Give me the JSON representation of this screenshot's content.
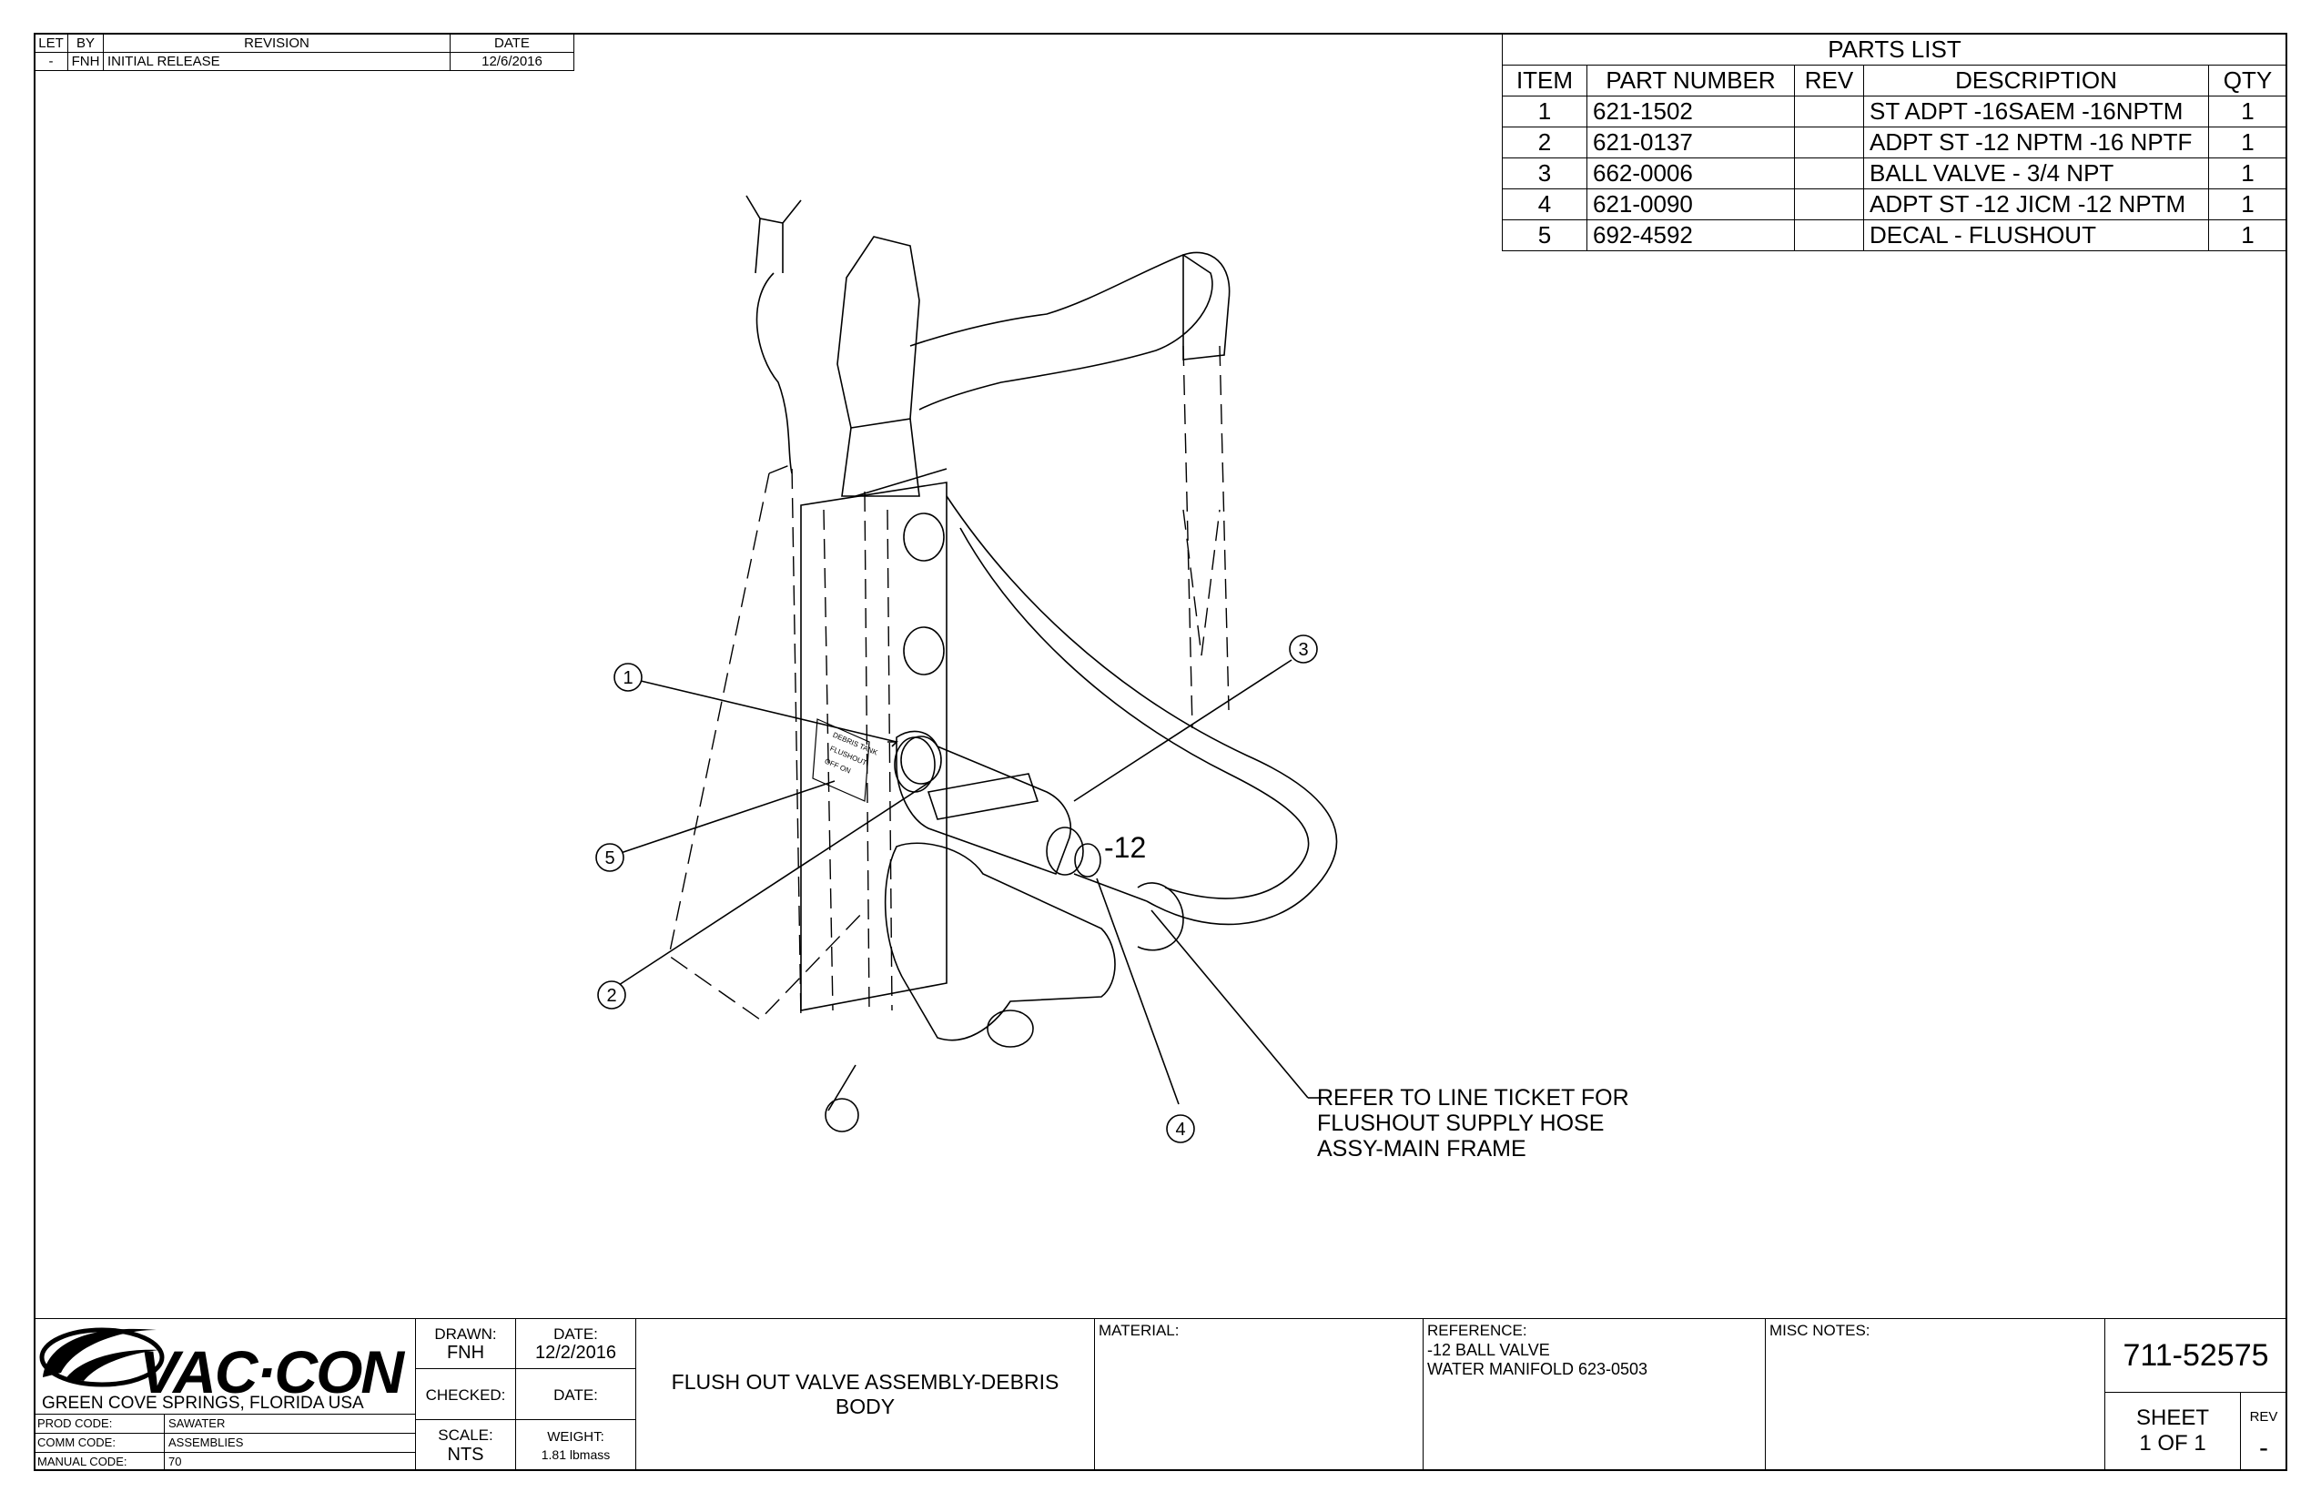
{
  "revision": {
    "headers": [
      "LET",
      "BY",
      "REVISION",
      "DATE"
    ],
    "row": [
      "-",
      "FNH",
      "INITIAL RELEASE",
      "12/6/2016"
    ]
  },
  "parts_list": {
    "title": "PARTS LIST",
    "headers": [
      "ITEM",
      "PART NUMBER",
      "REV",
      "DESCRIPTION",
      "QTY"
    ],
    "rows": [
      [
        "1",
        "621-1502",
        "",
        "ST ADPT -16SAEM -16NPTM",
        "1"
      ],
      [
        "2",
        "621-0137",
        "",
        "ADPT ST -12 NPTM -16 NPTF",
        "1"
      ],
      [
        "3",
        "662-0006",
        "",
        "BALL VALVE - 3/4 NPT",
        "1"
      ],
      [
        "4",
        "621-0090",
        "",
        "ADPT ST -12 JICM -12 NPTM",
        "1"
      ],
      [
        "5",
        "692-4592",
        "",
        "DECAL - FLUSHOUT",
        "1"
      ]
    ]
  },
  "drawing": {
    "balloons": [
      "1",
      "2",
      "3",
      "4",
      "5"
    ],
    "fitting_label": "-12",
    "note_lines": [
      "REFER TO LINE TICKET FOR",
      "FLUSHOUT SUPPLY HOSE",
      "ASSY-MAIN FRAME"
    ],
    "decal_lines": [
      "DEBRIS TANK",
      "FLUSHOUT",
      "OFF  ON"
    ]
  },
  "title_block": {
    "logo_text": "VAC·CON",
    "location": "GREEN COVE SPRINGS, FLORIDA USA",
    "prod_code_label": "PROD CODE:",
    "prod_code": "SAWATER",
    "comm_code_label": "COMM CODE:",
    "comm_code": "ASSEMBLIES",
    "manual_code_label": "MANUAL CODE:",
    "manual_code": "70",
    "drawn_label": "DRAWN:",
    "drawn": "FNH",
    "date_label": "DATE:",
    "drawn_date": "12/2/2016",
    "checked_label": "CHECKED:",
    "checked_date_label": "DATE:",
    "scale_label": "SCALE:",
    "scale": "NTS",
    "weight_label": "WEIGHT:",
    "weight": "1.81 lbmass",
    "title_line1": "FLUSH OUT VALVE ASSEMBLY-DEBRIS",
    "title_line2": "BODY",
    "material_label": "MATERIAL:",
    "reference_label": "REFERENCE:",
    "reference_line1": "-12 BALL VALVE",
    "reference_line2": "WATER MANIFOLD 623-0503",
    "misc_label": "MISC NOTES:",
    "drawing_number": "711-52575",
    "sheet_label": "SHEET",
    "sheet": "1  OF 1",
    "rev_label": "REV",
    "rev": "-"
  }
}
